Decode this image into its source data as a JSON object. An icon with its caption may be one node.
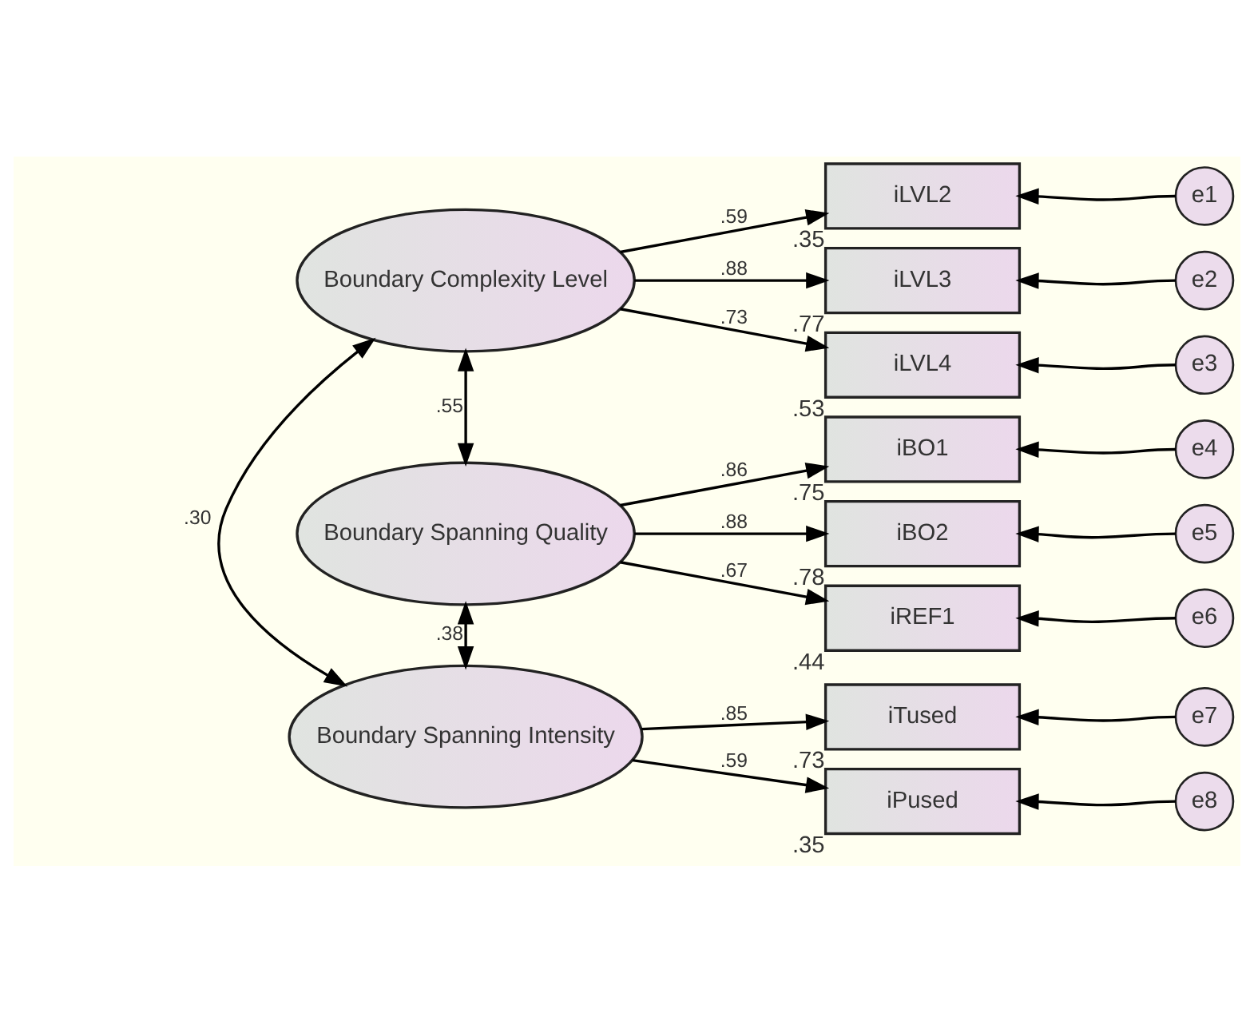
{
  "diagram": {
    "nodes": [
      {
        "text": [
          "Boundary Complexity Level"
        ]
      },
      {
        "text": [
          "Boundary Spanning Quality"
        ]
      },
      {
        "text": [
          "Boundary Spanning Intensity"
        ]
      },
      {
        "text": [
          "iLVL2"
        ],
        "beside": [
          ".35"
        ]
      },
      {
        "text": [
          "iLVL3"
        ],
        "beside": [
          ".77"
        ]
      },
      {
        "text": [
          "iLVL4"
        ],
        "beside": [
          ".53"
        ]
      },
      {
        "text": [
          "iBO1"
        ],
        "beside": [
          ".75"
        ]
      },
      {
        "text": [
          "iBO2"
        ],
        "beside": [
          ".78"
        ]
      },
      {
        "text": [
          "iREF1"
        ],
        "beside": [
          ".44"
        ]
      },
      {
        "text": [
          "iTused"
        ],
        "beside": [
          ".73"
        ]
      },
      {
        "text": [
          "iPused"
        ],
        "beside": [
          ".35"
        ]
      },
      {
        "text": [
          "e1"
        ]
      },
      {
        "text": [
          "e2"
        ]
      },
      {
        "text": [
          "e3"
        ]
      },
      {
        "text": [
          "e4"
        ]
      },
      {
        "text": [
          "e5"
        ]
      },
      {
        "text": [
          "e6"
        ]
      },
      {
        "text": [
          "e7"
        ]
      },
      {
        "text": [
          "e8"
        ]
      }
    ],
    "edges": [
      {
        "from": 0,
        "to": 3,
        "arrow": "to",
        "label": ".59"
      },
      {
        "from": 0,
        "to": 4,
        "arrow": "to",
        "label": ".88"
      },
      {
        "from": 0,
        "to": 5,
        "arrow": "to",
        "label": ".73"
      },
      {
        "from": 1,
        "to": 6,
        "arrow": "to",
        "label": ".86"
      },
      {
        "from": 1,
        "to": 7,
        "arrow": "to",
        "label": ".88"
      },
      {
        "from": 1,
        "to": 8,
        "arrow": "to",
        "label": ".67"
      },
      {
        "from": 2,
        "to": 9,
        "arrow": "to",
        "label": ".85"
      },
      {
        "from": 2,
        "to": 10,
        "arrow": "to",
        "label": ".59"
      },
      {
        "from": 11,
        "to": 3,
        "arrow": "to"
      },
      {
        "from": 12,
        "to": 4,
        "arrow": "to"
      },
      {
        "from": 13,
        "to": 5,
        "arrow": "to"
      },
      {
        "from": 14,
        "to": 6,
        "arrow": "to"
      },
      {
        "from": 15,
        "to": 7,
        "arrow": "to"
      },
      {
        "from": 16,
        "to": 8,
        "arrow": "to"
      },
      {
        "from": 17,
        "to": 9,
        "arrow": "to"
      },
      {
        "from": 18,
        "to": 10,
        "arrow": "to"
      },
      {
        "from": 0,
        "to": 1,
        "arrow": "both",
        "label": ".55"
      },
      {
        "from": 1,
        "to": 2,
        "arrow": "both",
        "label": ".38"
      },
      {
        "from": 0,
        "to": 2,
        "arrow": "both",
        "label": ".30"
      }
    ]
  }
}
